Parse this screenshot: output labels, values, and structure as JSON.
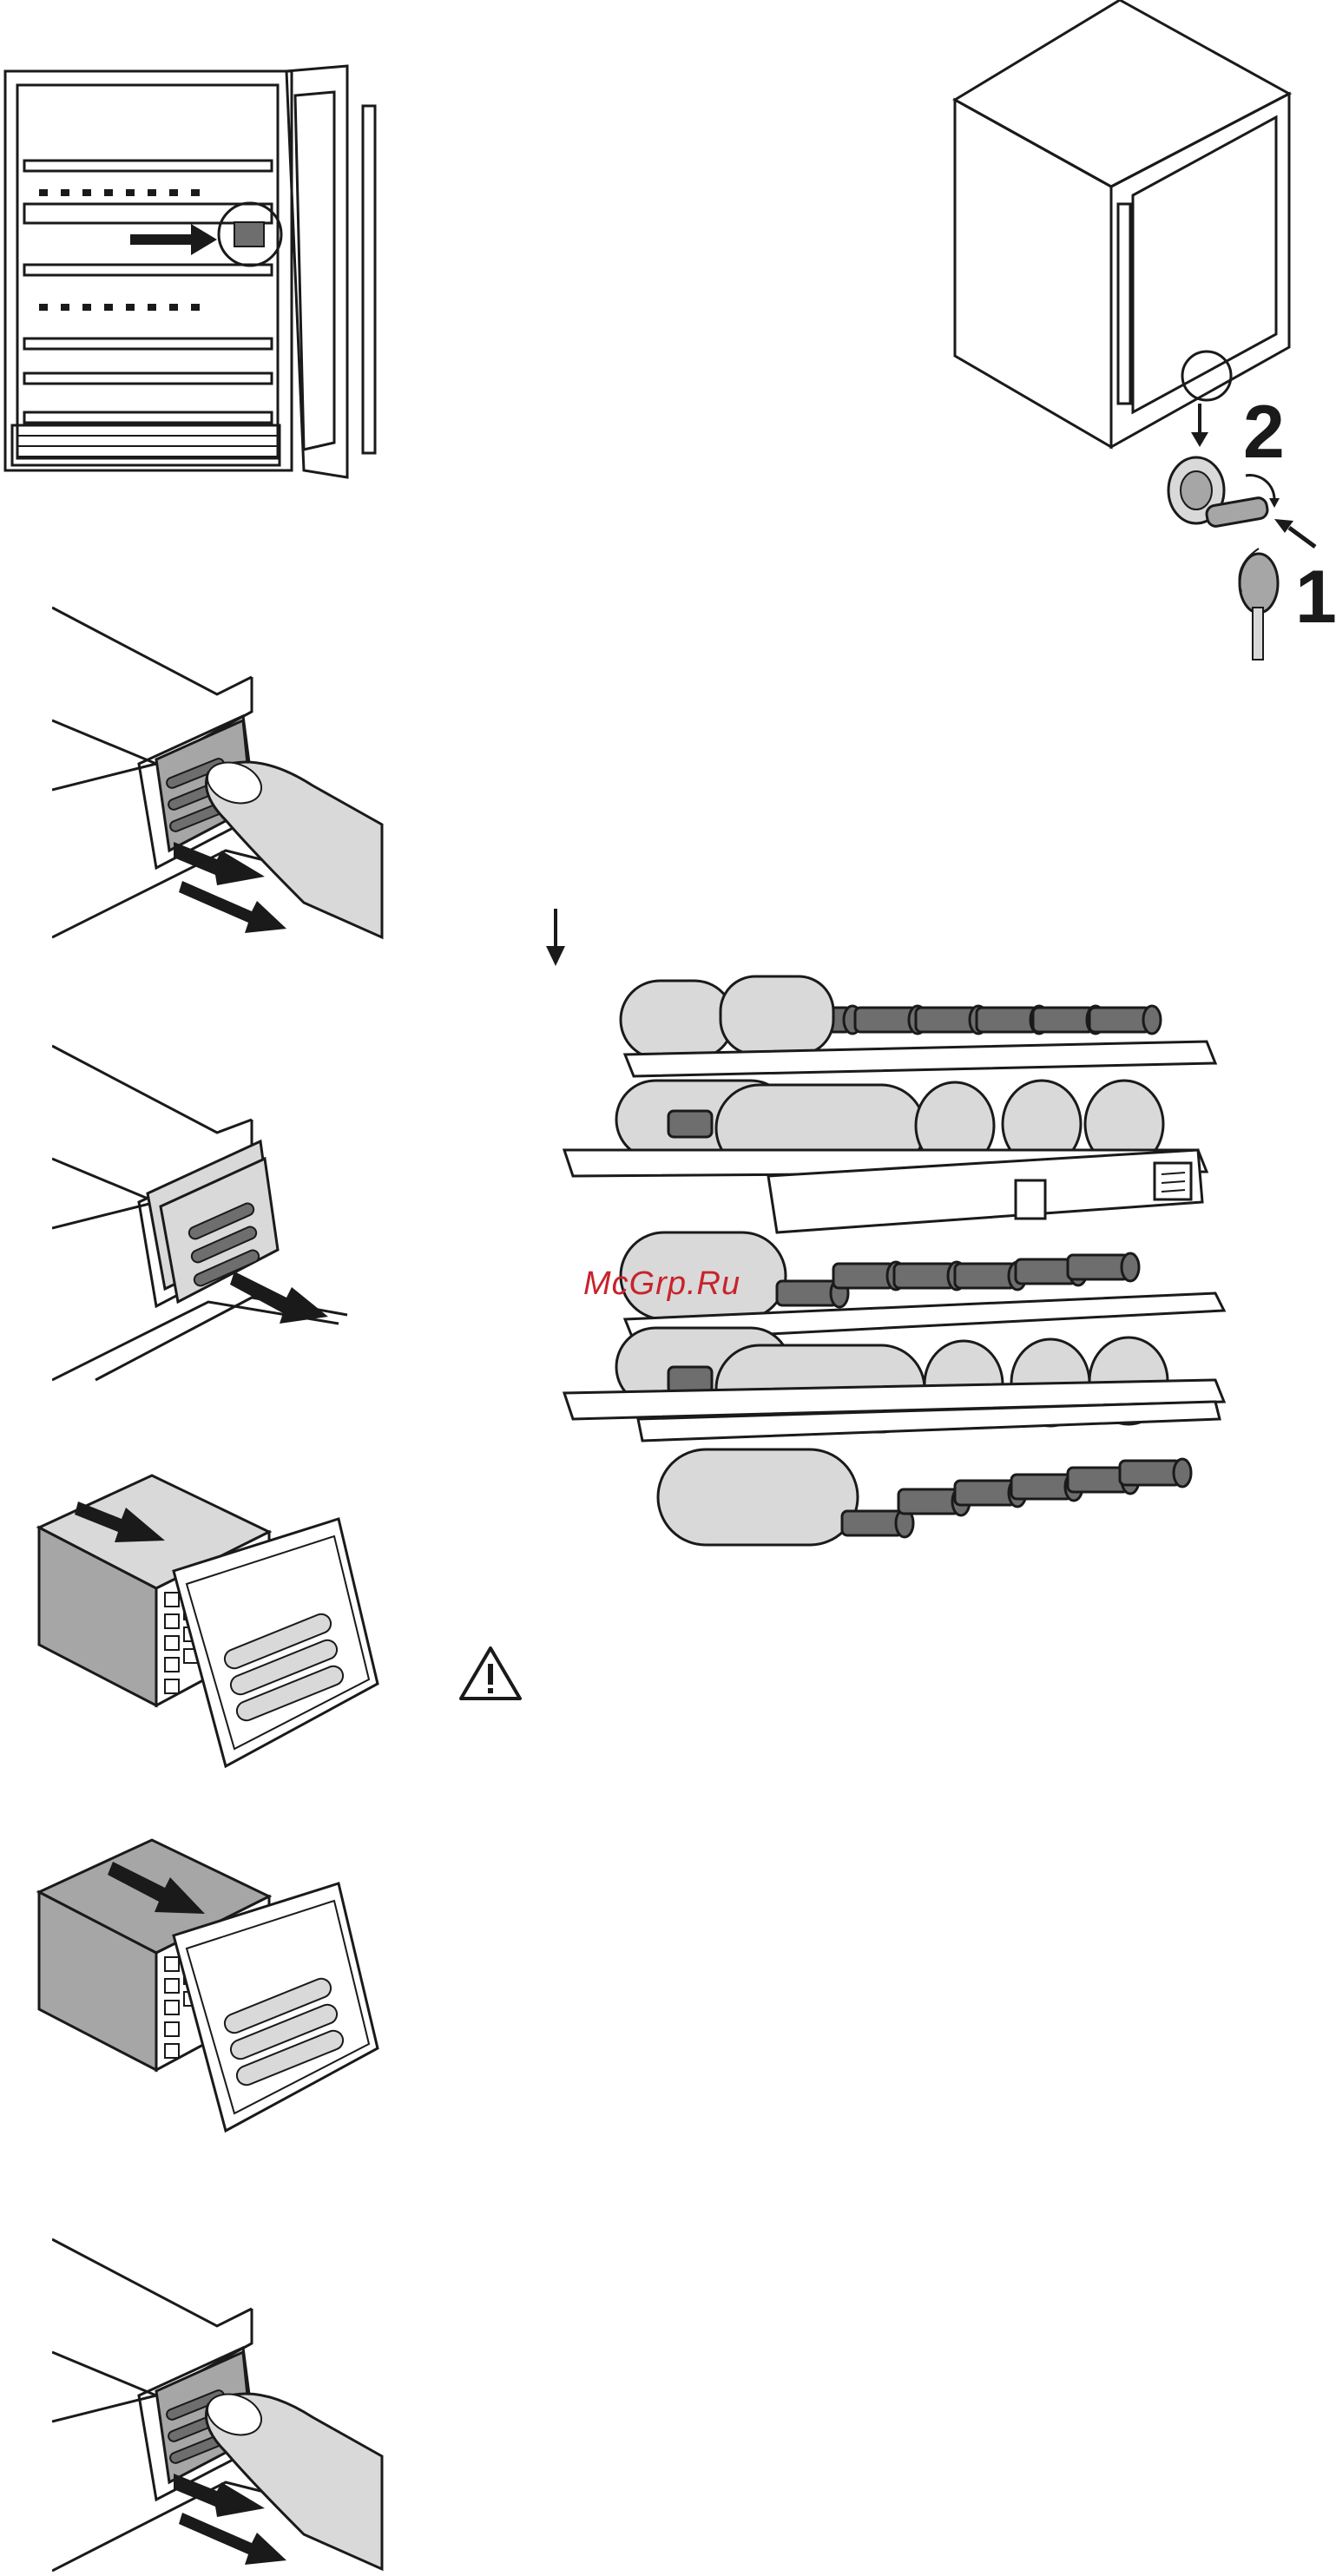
{
  "labels": {
    "step_1": "1",
    "step_2": "2",
    "watermark": "McGrp.Ru"
  },
  "icons": {
    "warning": "warning-triangle-icon",
    "arrow": "down-arrow-icon"
  },
  "colors": {
    "line": "#1a1a1a",
    "fill_light": "#d9d9d9",
    "fill_mid": "#a6a6a6",
    "fill_dark": "#6e6e6e",
    "watermark": "#c8232c"
  }
}
